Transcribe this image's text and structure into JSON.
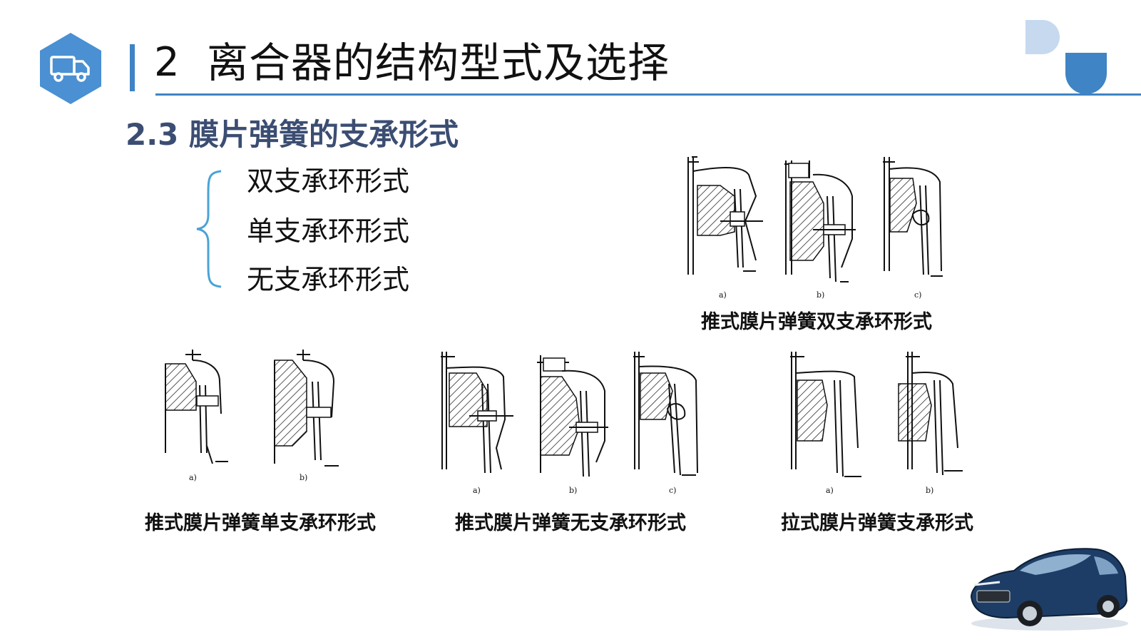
{
  "header": {
    "logo_icon": "truck-icon",
    "number": "2",
    "title": "离合器的结构型式及选择",
    "accent_color": "#3f84c4"
  },
  "section": {
    "heading": "2.3  膜片弹簧的支承形式"
  },
  "support_types": [
    "双支承环形式",
    "单支承环形式",
    "无支承环形式"
  ],
  "figures": {
    "double_ring": {
      "caption": "推式膜片弹簧双支承环形式",
      "labels": [
        "a)",
        "b)",
        "c)"
      ]
    },
    "single_ring": {
      "caption": "推式膜片弹簧单支承环形式",
      "labels": [
        "a)",
        "b)"
      ]
    },
    "no_ring": {
      "caption": "推式膜片弹簧无支承环形式",
      "labels": [
        "a)",
        "b)",
        "c)"
      ]
    },
    "pull_type": {
      "caption": "拉式膜片弹簧支承形式",
      "labels": [
        "a)",
        "b)"
      ]
    }
  },
  "decor": {
    "car_image": "car-illustration"
  }
}
